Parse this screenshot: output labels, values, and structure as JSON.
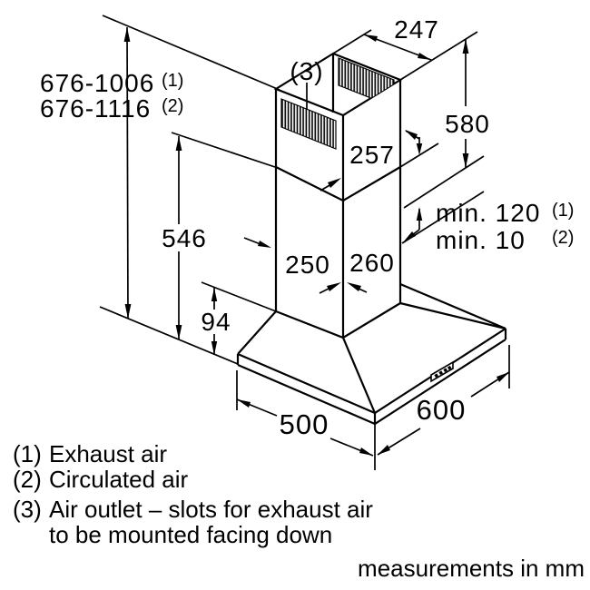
{
  "figure": {
    "title": "Wall-mounted chimney hood dimension drawing",
    "callout": "(3)",
    "dims": {
      "overall_exhaust": "676-1006",
      "overall_exhaust_ref": "(1)",
      "overall_recirc": "676-1116",
      "overall_recirc_ref": "(2)",
      "top_depth": "247",
      "upper_duct_height": "580",
      "upper_duct_width": "257",
      "duct_to_canopy_bottom": "546",
      "duct_width": "250",
      "duct_depth": "260",
      "min_clearance_exhaust": "min. 120",
      "min_clearance_exhaust_ref": "(1)",
      "min_clearance_recirc": "min. 10",
      "min_clearance_recirc_ref": "(2)",
      "canopy_height": "94",
      "canopy_depth": "500",
      "canopy_width": "600"
    },
    "legend": {
      "l1_key": "(1)",
      "l1_text": "Exhaust air",
      "l2_key": "(2)",
      "l2_text": "Circulated air",
      "l3_key": "(3)",
      "l3_text": "Air outlet – slots for exhaust air",
      "l3_cont": "to be mounted facing down",
      "note": "measurements in mm"
    }
  }
}
